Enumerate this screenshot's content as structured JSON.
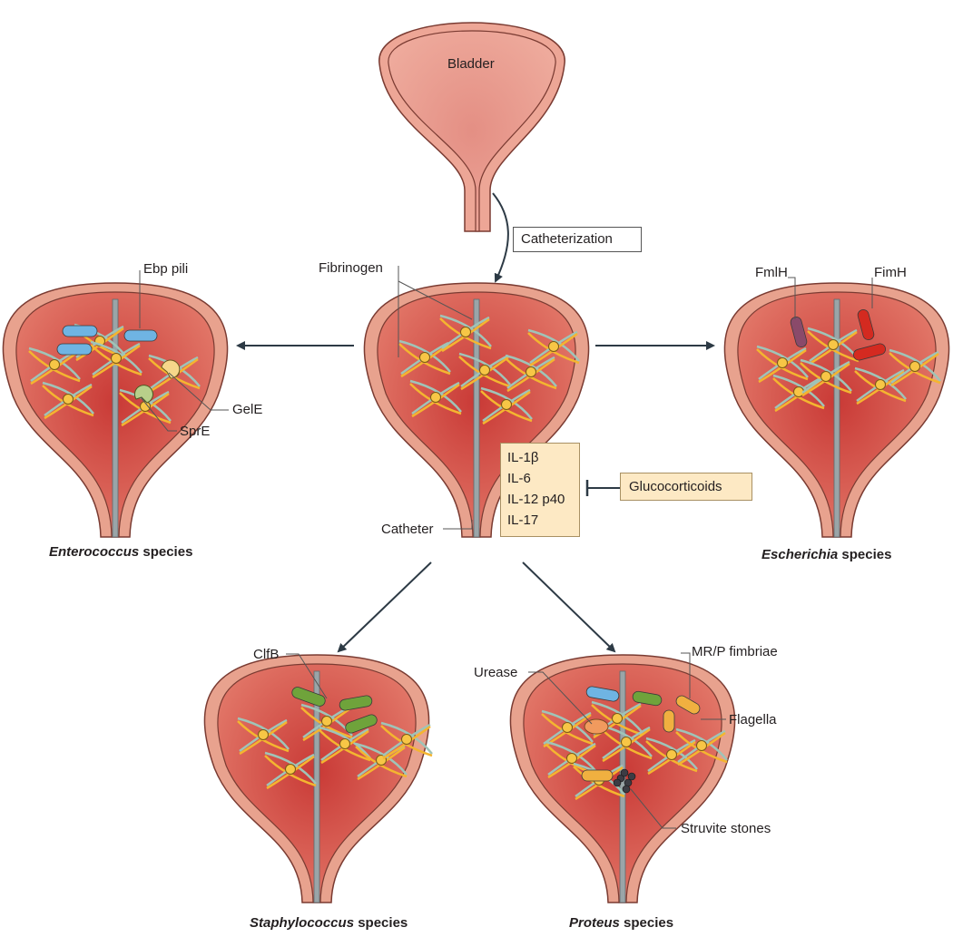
{
  "labels": {
    "bladder": "Bladder",
    "catheterization": "Catheterization",
    "fibrinogen": "Fibrinogen",
    "catheter": "Catheter",
    "glucocorticoids": "Glucocorticoids",
    "cytokines": [
      "IL-1β",
      "IL-6",
      "IL-12 p40",
      "IL-17"
    ],
    "ebp_pili": "Ebp pili",
    "gele": "GelE",
    "spre": "SprE",
    "fmlh": "FmlH",
    "fimh": "FimH",
    "clfb": "ClfB",
    "urease": "Urease",
    "mrp_fimbriae": "MR/P fimbriae",
    "flagella": "Flagella",
    "struvite_stones": "Struvite stones"
  },
  "species": {
    "enterococcus": {
      "genus": "Enterococcus",
      "suffix": " species"
    },
    "escherichia": {
      "genus": "Escherichia",
      "suffix": " species"
    },
    "staphylococcus": {
      "genus": "Staphylococcus",
      "suffix": " species"
    },
    "proteus": {
      "genus": "Proteus",
      "suffix": " species"
    }
  },
  "colors": {
    "bladder_wall": "#e8a28e",
    "bladder_inner": "#d9564b",
    "outline": "#7a3b32",
    "fibrin_yellow": "#f4b530",
    "fibrin_teal": "#9fc4b8",
    "catheter": "#9aa5a8",
    "enterococcus_bacteria": "#6fb4e3",
    "escherichia_fmlh": "#8a4a6a",
    "escherichia_fimh": "#d42a20",
    "staphylococcus_bacteria": "#6fa33b",
    "proteus_bacteria": "#f0b040",
    "arrow": "#2d3a45",
    "highlight_box": "#fde9c4"
  }
}
